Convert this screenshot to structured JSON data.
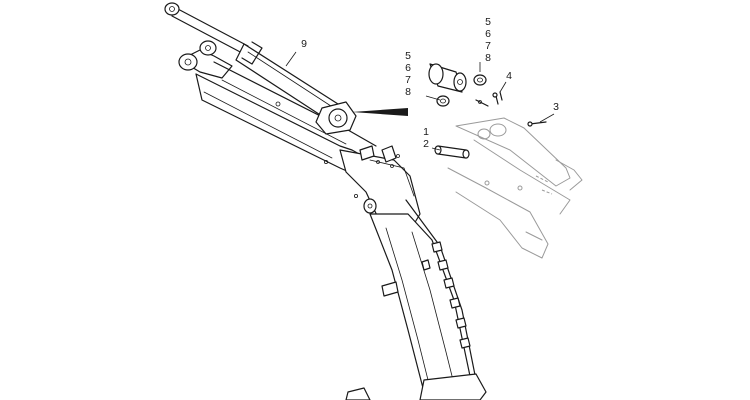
{
  "diagram": {
    "callouts": {
      "c9": "9",
      "c5a": "5",
      "c6a": "6",
      "c7a": "7",
      "c8a": "8",
      "c5b": "5",
      "c6b": "6",
      "c7b": "7",
      "c8b": "8",
      "c4": "4",
      "c3": "3",
      "c1": "1",
      "c2": "2"
    }
  }
}
